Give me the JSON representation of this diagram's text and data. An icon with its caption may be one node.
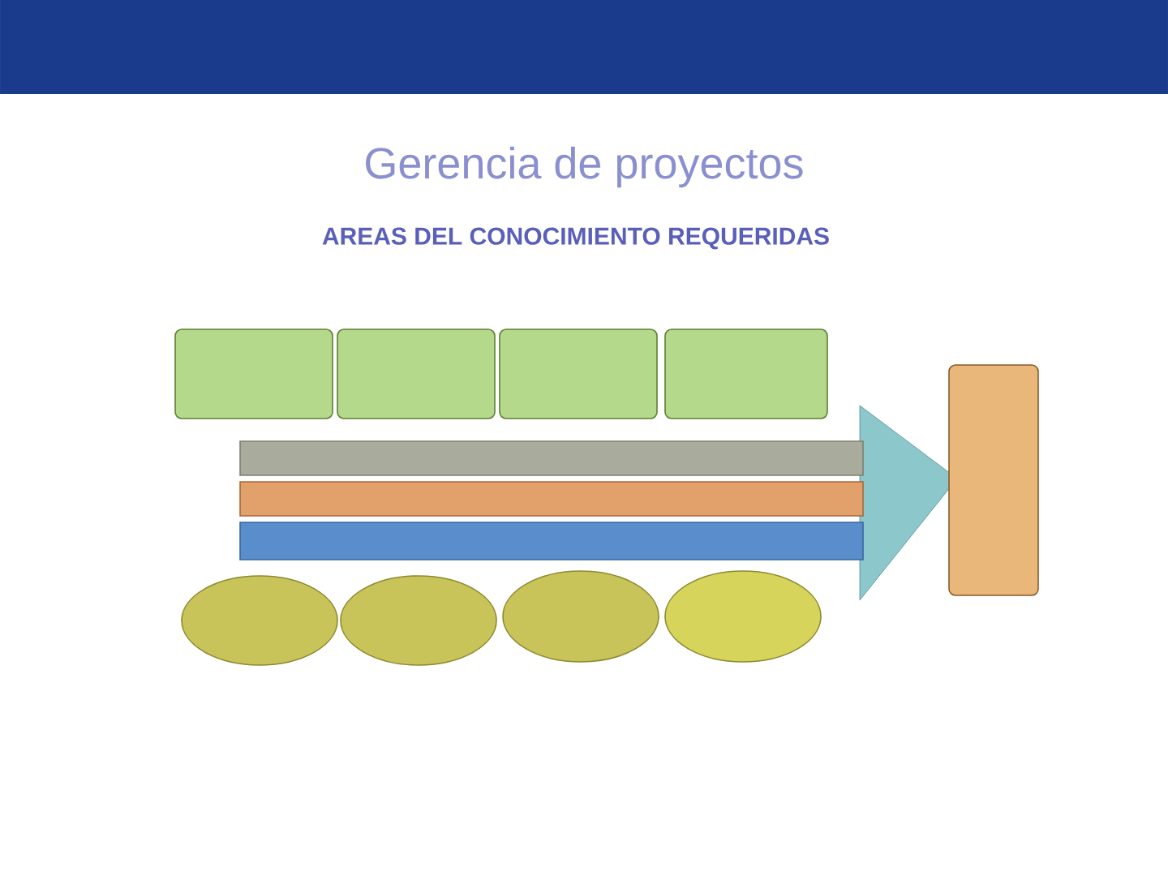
{
  "diagram": {
    "title": "Gerencia de proyectos",
    "caption": "AREAS DEL CONOCIMIENTO REQUERIDAS",
    "nodes": [
      {
        "text": [],
        "shape": "box"
      },
      {
        "text": [],
        "shape": "box"
      },
      {
        "text": [],
        "shape": "box"
      },
      {
        "text": [],
        "shape": "box"
      },
      {
        "text": [],
        "shape": "bar"
      },
      {
        "text": [],
        "shape": "bar"
      },
      {
        "text": [],
        "shape": "bar"
      },
      {
        "text": [],
        "shape": "ellipse"
      },
      {
        "text": [],
        "shape": "ellipse"
      },
      {
        "text": [],
        "shape": "ellipse"
      },
      {
        "text": [],
        "shape": "ellipse"
      },
      {
        "text": [],
        "shape": "box"
      }
    ],
    "edges": []
  }
}
